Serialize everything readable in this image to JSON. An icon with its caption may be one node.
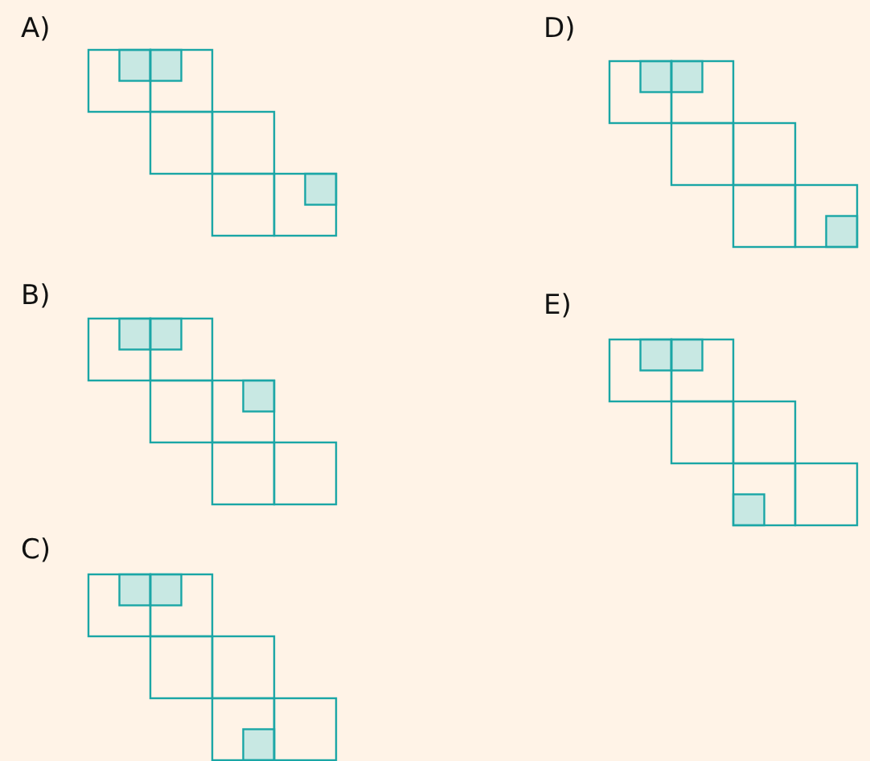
{
  "diagram": {
    "labels": [
      "A)",
      "B)",
      "C)",
      "D)",
      "E)"
    ]
  }
}
